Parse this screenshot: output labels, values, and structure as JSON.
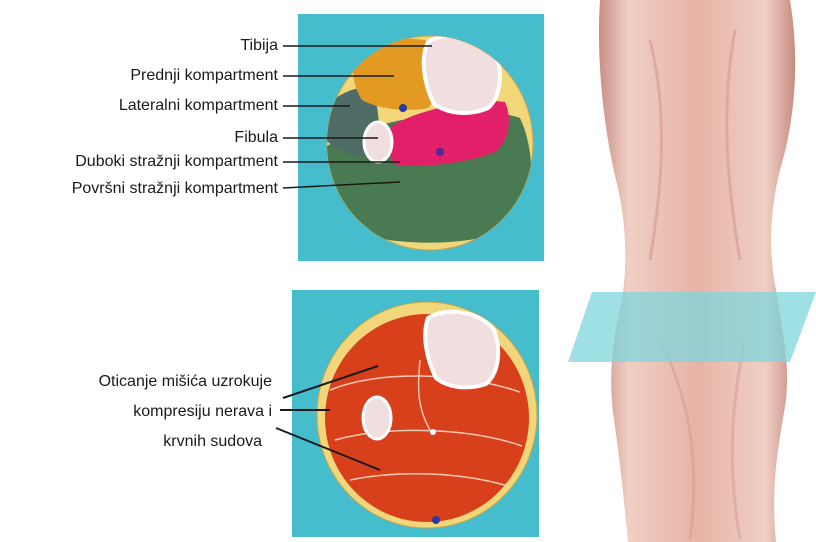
{
  "labels_top": {
    "tibia": "Tibija",
    "anterior": "Prednji kompartment",
    "lateral": "Lateralni kompartment",
    "fibula": "Fibula",
    "deep_posterior": "Duboki stražnji kompartment",
    "superficial_posterior": "Površni stražnji kompartment"
  },
  "labels_bottom": {
    "line1": "Oticanje mišića uzrokuje",
    "line2": "kompresiju nerava i",
    "line3": "krvnih sudova"
  },
  "colors": {
    "panel_bg": "#45bdcc",
    "skin_layer": "#f2d67a",
    "bone": "#f1dede",
    "anterior": "#e39a22",
    "lateral": "#4f6d66",
    "deep_posterior": "#e31f69",
    "superficial_posterior": "#4a7a52",
    "swollen_muscle": "#d8401c",
    "leg_skin": "#ecc2b6",
    "section_plane": "#7fd6dc"
  }
}
